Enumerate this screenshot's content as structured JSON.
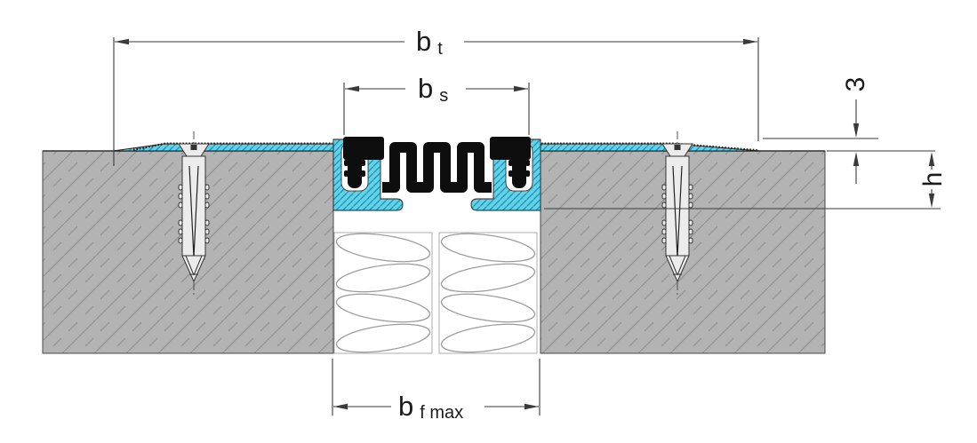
{
  "drawing": {
    "dimensions": {
      "bt": {
        "main": "b",
        "sub": "t"
      },
      "bs": {
        "main": "b",
        "sub": "s"
      },
      "bf": {
        "main": "b",
        "sub": "f max"
      },
      "edge": {
        "value": "3"
      },
      "depth": {
        "value": "h"
      }
    }
  },
  "colors": {
    "bg": "#ffffff",
    "concrete": "#b3b3b3",
    "concrete-hatch": "#8d8d8d",
    "alu": "#5bd4ef",
    "alu-hatch": "#35849b",
    "rubber": "#0e0e0e",
    "wool": "#9b9b9b",
    "metal": "#ececec",
    "line": "#3a3a3a",
    "text": "#1a1a1a"
  }
}
